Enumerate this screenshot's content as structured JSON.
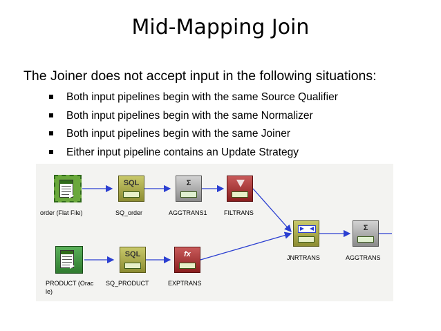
{
  "title": "Mid-Mapping Join",
  "intro": "The Joiner does not accept input in the following situations:",
  "bullets": [
    "Both input pipelines begin with the same Source Qualifier",
    "Both input pipelines begin with the same Normalizer",
    "Both input pipelines begin with the same Joiner",
    "Either input pipeline contains an Update Strategy"
  ],
  "diagram": {
    "nodes": {
      "order_file": {
        "label": "order (Flat File)",
        "icon": "flat-file-icon",
        "color": "#5a9a35"
      },
      "sq_order": {
        "label": "SQ_order",
        "icon_text": "SQL",
        "icon": "source-qualifier-icon",
        "color": "#8c8c32"
      },
      "aggtrans1": {
        "label": "AGGTRANS1",
        "icon_text": "Σ",
        "icon": "aggregator-icon",
        "color": "#8a8a8a"
      },
      "filtrans": {
        "label": "FILTRANS",
        "icon": "filter-icon",
        "color": "#9a2a2a"
      },
      "product": {
        "label_1": "PRODUCT (Orac",
        "label_2": "le)",
        "icon": "table-source-icon",
        "color": "#3c8a3c"
      },
      "sq_product": {
        "label": "SQ_PRODUCT",
        "icon_text": "SQL",
        "icon": "source-qualifier-icon",
        "color": "#8c8c32"
      },
      "exptrans": {
        "label": "EXPTRANS",
        "icon_text": "fx",
        "icon": "expression-icon",
        "color": "#8a1e1e"
      },
      "jnrtrans": {
        "label": "JNRTRANS",
        "icon": "joiner-icon",
        "color": "#8c8c32"
      },
      "aggtrans": {
        "label": "AGGTRANS",
        "icon_text": "Σ",
        "icon": "aggregator-icon",
        "color": "#8a8a8a"
      }
    },
    "link_color": "#2b3fd1"
  }
}
